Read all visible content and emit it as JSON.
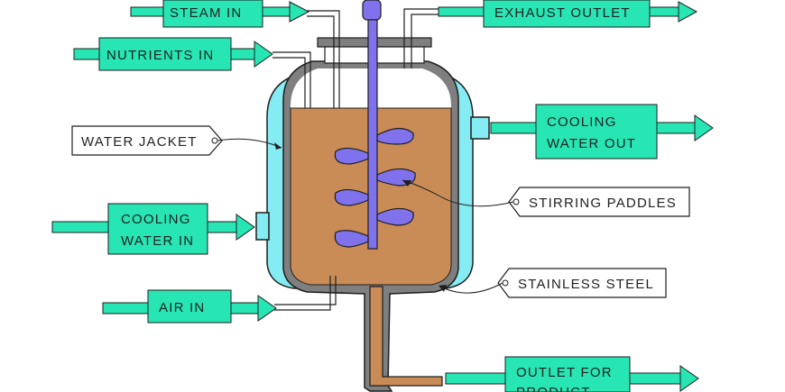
{
  "colors": {
    "arrow_fill": "#27e6b4",
    "jacket": "#84ecf2",
    "broth": "#c98c57",
    "steel": "#7f7f7f",
    "paddles": "#8072ec",
    "outline": "#1e1e1e"
  },
  "labels": {
    "steam_in": "STEAM IN",
    "exhaust_outlet": "EXHAUST OUTLET",
    "nutrients_in": "NUTRIENTS IN",
    "water_jacket": "WATER JACKET",
    "cooling_water_out_line1": "COOLING",
    "cooling_water_out_line2": "WATER OUT",
    "stirring_paddles": "STIRRING PADDLES",
    "cooling_water_in_line1": "COOLING",
    "cooling_water_in_line2": "WATER IN",
    "stainless_steel": "STAINLESS STEEL",
    "air_in": "AIR IN",
    "outlet_for_product_line1": "OUTLET FOR",
    "outlet_for_product_line2": "PRODUCT"
  }
}
